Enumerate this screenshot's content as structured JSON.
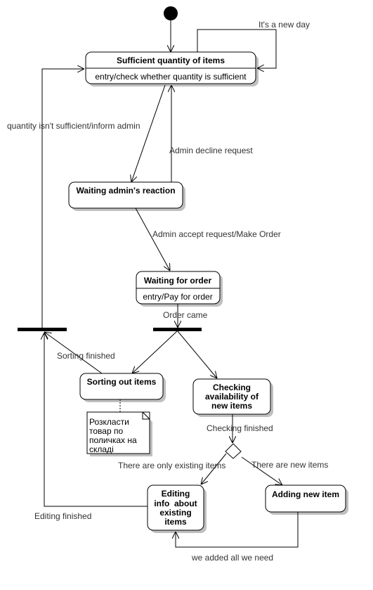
{
  "states": {
    "sufficient": {
      "name": "Sufficient quantity of items",
      "entry": "entry/check whether quantity is sufficient"
    },
    "waiting_admin": {
      "name": "Waiting admin's reaction"
    },
    "waiting_order": {
      "name": "Waiting for order",
      "entry": "entry/Pay for order"
    },
    "sorting": {
      "name": "Sorting out items"
    },
    "checking": {
      "line1": "Checking",
      "line2": "availability of",
      "line3": "new items"
    },
    "editing": {
      "line1": "Editing",
      "line2": "info  about",
      "line3": "existing",
      "line4": "items"
    },
    "adding": {
      "name": "Adding new item"
    }
  },
  "transitions": {
    "new_day": "It's a new day",
    "insufficient": "quantity isn't sufficient/inform admin",
    "admin_decline": "Admin decline request",
    "admin_accept": "Admin accept request/Make Order",
    "order_came": "Order came",
    "sorting_finished": "Sorting finished",
    "checking_finished": "Checking finished",
    "only_existing": "There are only existing items",
    "new_items": "There are new items",
    "editing_finished": "Editing finished",
    "added_all": "we added all we need"
  },
  "note": {
    "line1": "Розкласти",
    "line2": "товар по",
    "line3": "поличках на",
    "line4": "складі"
  },
  "colors": {
    "line": "#000000",
    "fill": "#ffffff",
    "shadow": "#bfbfbf",
    "label": "#333333"
  }
}
